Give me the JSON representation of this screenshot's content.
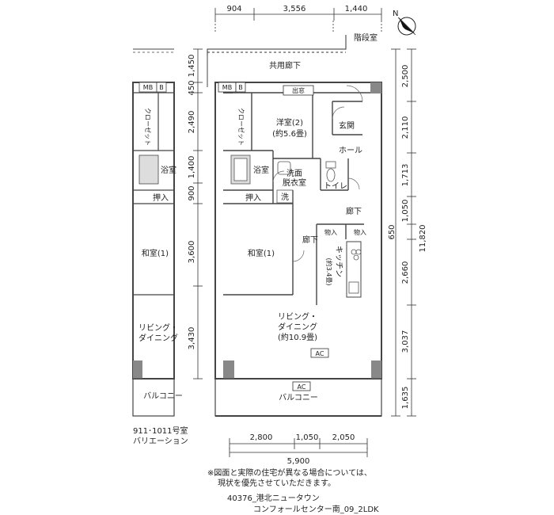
{
  "dimensions": {
    "top": [
      "904",
      "3,556",
      "1,440"
    ],
    "left": [
      "1,450",
      "450",
      "2,490",
      "1,400",
      "900",
      "3,600",
      "3,430"
    ],
    "right": [
      "2,500",
      "2,110",
      "1,713",
      "1,050",
      "650",
      "2,660",
      "3,037",
      "1,635"
    ],
    "right_total": "11,820",
    "bottom": [
      "2,800",
      "1,050",
      "2,050"
    ],
    "bottom_total": "5,900"
  },
  "compass": {
    "label": "N"
  },
  "labels": {
    "stairs": "階段室",
    "common_corridor": "共用廊下",
    "mb": "MB",
    "b": "B",
    "bay_window": "出窓",
    "western_room": "洋室(2)",
    "western_room_size": "(約5.6畳)",
    "entrance": "玄関",
    "hall": "ホール",
    "closet": "クローゼット",
    "bathroom": "浴室",
    "washroom": "洗面脱衣室",
    "washroom_line1": "洗面",
    "washroom_line2": "脱衣室",
    "washer": "洗",
    "toilet": "トイレ",
    "storage_oshiire": "押入",
    "corridor": "廊下",
    "storage_mono": "物入",
    "japanese_room": "和室(1)",
    "kitchen": "キッチン",
    "kitchen_size": "(約3.4畳)",
    "living_dining_1": "リビング・",
    "living_dining_2": "ダイニング",
    "living_dining_size": "(約10.9畳)",
    "ac": "AC",
    "balcony": "バルコニー"
  },
  "variation": {
    "caption_line1": "911･1011号室",
    "caption_line2": "バリエーション",
    "living_dining_1": "リビング・",
    "living_dining_2": "ダイニング"
  },
  "notes": {
    "line1": "※図面と実際の住宅が異なる場合については、",
    "line2": "現状を優先させていただきます。"
  },
  "footer": {
    "line1": "40376_港北ニュータウン",
    "line2": "コンフォールセンター南_09_2LDK"
  }
}
